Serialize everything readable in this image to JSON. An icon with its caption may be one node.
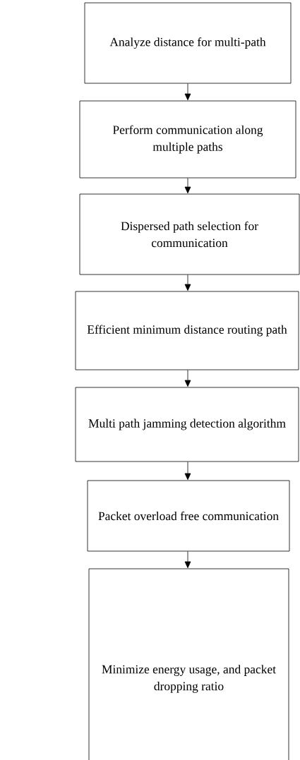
{
  "diagram": {
    "nodes": [
      {
        "text": [
          "Analyze distance for multi-path"
        ]
      },
      {
        "text": [
          "Perform communication along multiple paths"
        ]
      },
      {
        "text": [
          "Dispersed path selection for communication"
        ]
      },
      {
        "text": [
          "Efficient minimum distance routing path"
        ]
      },
      {
        "text": [
          "Multi path jamming detection algorithm"
        ]
      },
      {
        "text": [
          "Packet overload free communication"
        ]
      },
      {
        "text": [
          "Minimize energy usage, and packet dropping ratio"
        ]
      }
    ],
    "edges": [
      {
        "from": 0,
        "to": 1,
        "arrow": "to"
      },
      {
        "from": 1,
        "to": 2,
        "arrow": "to"
      },
      {
        "from": 2,
        "to": 3,
        "arrow": "to"
      },
      {
        "from": 3,
        "to": 4,
        "arrow": "to"
      },
      {
        "from": 4,
        "to": 5,
        "arrow": "to"
      },
      {
        "from": 5,
        "to": 6,
        "arrow": "to"
      }
    ]
  }
}
